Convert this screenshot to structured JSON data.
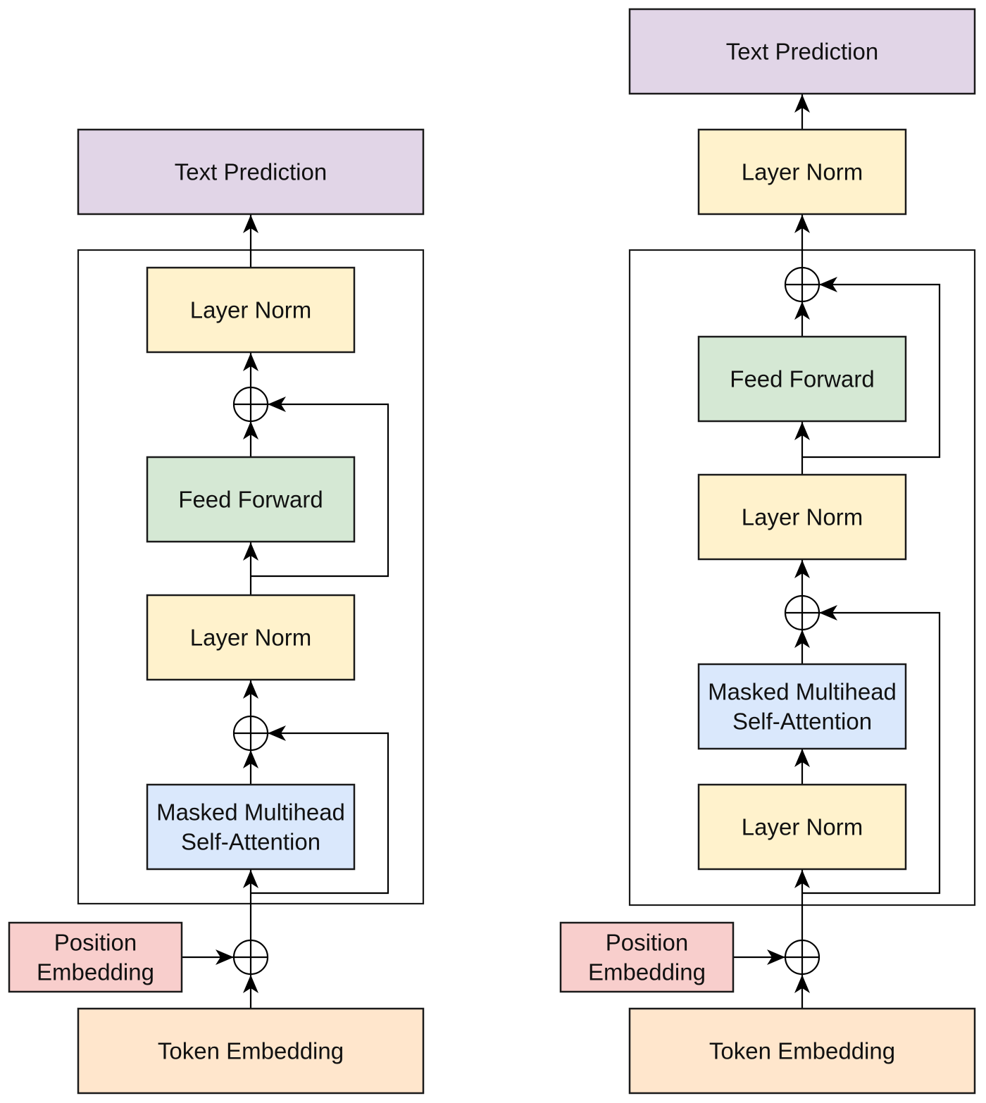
{
  "colors": {
    "prediction": "#e1d5e7",
    "layer_norm": "#fff2cc",
    "feed_forward": "#d5e8d4",
    "attention": "#dae8fc",
    "position_embedding": "#f8cecc",
    "token_embedding": "#ffe6cc",
    "line": "#000000"
  },
  "diagrams": [
    {
      "variant": "post-layer-norm",
      "blocks": {
        "text_prediction": [
          "Text Prediction"
        ],
        "layer_norm_top": [
          "Layer Norm"
        ],
        "feed_forward": [
          "Feed Forward"
        ],
        "layer_norm_mid": [
          "Layer Norm"
        ],
        "attention": [
          "Masked Multihead",
          "Self-Attention"
        ],
        "position_embedding": [
          "Position",
          "Embedding"
        ],
        "token_embedding": [
          "Token Embedding"
        ]
      }
    },
    {
      "variant": "pre-layer-norm",
      "blocks": {
        "text_prediction": [
          "Text Prediction"
        ],
        "layer_norm_final": [
          "Layer Norm"
        ],
        "feed_forward": [
          "Feed Forward"
        ],
        "layer_norm_mid": [
          "Layer Norm"
        ],
        "attention": [
          "Masked Multihead",
          "Self-Attention"
        ],
        "layer_norm_bottom": [
          "Layer Norm"
        ],
        "position_embedding": [
          "Position",
          "Embedding"
        ],
        "token_embedding": [
          "Token Embedding"
        ]
      }
    }
  ]
}
